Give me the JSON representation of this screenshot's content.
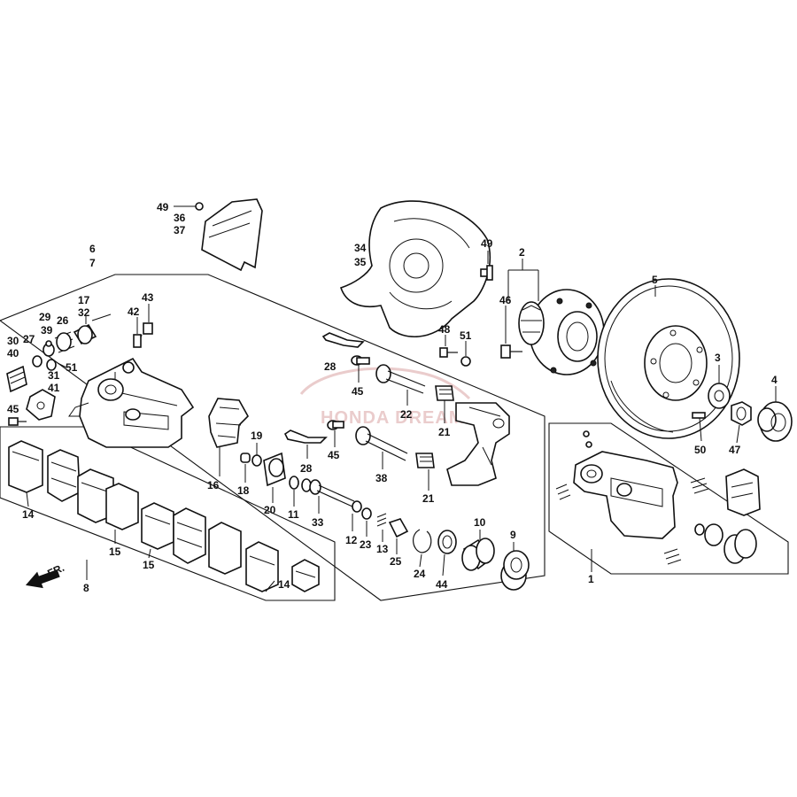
{
  "watermark": {
    "text": "HONDA DREAM"
  },
  "direction": {
    "label": "FR."
  },
  "callouts": {
    "c49a": "49",
    "c36": "36",
    "c37": "37",
    "c34": "34",
    "c35": "35",
    "c49b": "49",
    "c2": "2",
    "c5": "5",
    "c6": "6",
    "c7": "7",
    "c43": "43",
    "c42": "42",
    "c17": "17",
    "c32": "32",
    "c29": "29",
    "c26": "26",
    "c39": "39",
    "c30": "30",
    "c27": "27",
    "c40": "40",
    "c51a": "51",
    "c31": "31",
    "c41": "41",
    "c45a": "45",
    "c46": "46",
    "c48": "48",
    "c51b": "51",
    "c28a": "28",
    "c45b": "45",
    "c22": "22",
    "c21a": "21",
    "c3": "3",
    "c4": "4",
    "c50": "50",
    "c47": "47",
    "c16": "16",
    "c19": "19",
    "c18": "18",
    "c20": "20",
    "c11": "11",
    "c28b": "28",
    "c45c": "45",
    "c38": "38",
    "c21b": "21",
    "c33": "33",
    "c12": "12",
    "c23": "23",
    "c13": "13",
    "c25": "25",
    "c24": "24",
    "c44": "44",
    "c10": "10",
    "c9": "9",
    "c14a": "14",
    "c15a": "15",
    "c15b": "15",
    "c14b": "14",
    "c8": "8",
    "c1": "1"
  },
  "icons": {
    "watermark": "car-outline-logo",
    "direction": "forward-arrow-icon"
  },
  "colors": {
    "line": "#111111",
    "background": "#ffffff",
    "watermark": "#d9a3a3"
  }
}
